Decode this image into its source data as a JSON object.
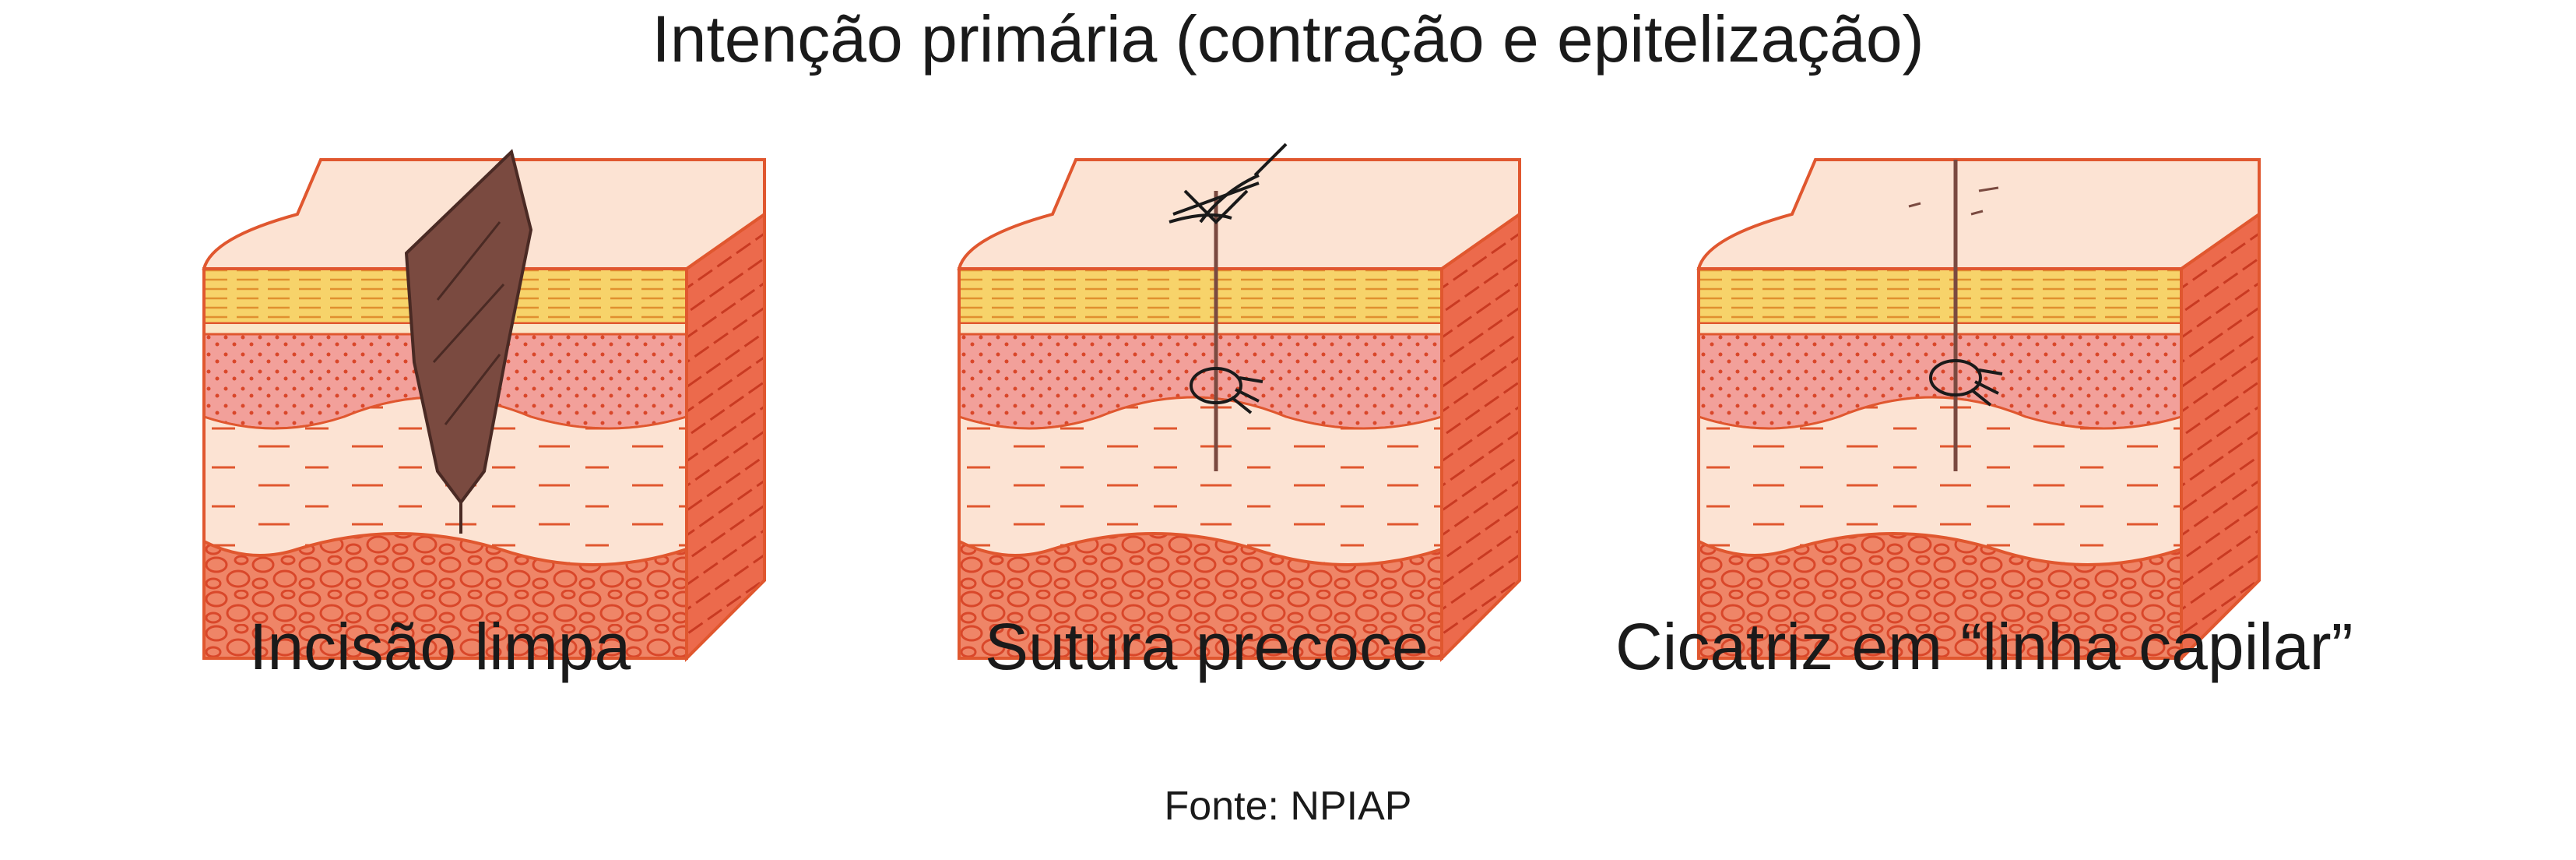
{
  "title": "Intenção primária (contração e epitelização)",
  "panels": [
    {
      "caption": "Incisão limpa"
    },
    {
      "caption": "Sutura precoce"
    },
    {
      "caption": "Cicatriz em “linha capilar”"
    }
  ],
  "source": "Fonte: NPIAP",
  "colors": {
    "epidermis_top": "#fce3d3",
    "stratum_yellow": "#f7d36a",
    "dermis_pink": "#f2a09a",
    "dermis_light": "#fce3d3",
    "fat_orange": "#ef8567",
    "side_red": "#e8503a",
    "outline": "#e0572f",
    "incision_brown": "#7a4a40"
  }
}
